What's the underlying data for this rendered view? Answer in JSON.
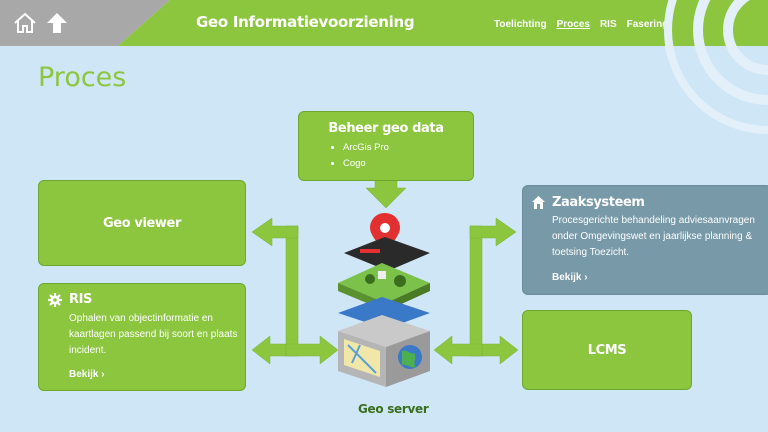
{
  "header": {
    "title": "Geo Informatievoorziening",
    "nav": [
      {
        "label": "Toelichting",
        "active": false
      },
      {
        "label": "Proces",
        "active": true
      },
      {
        "label": "RIS",
        "active": false
      },
      {
        "label": "Fasering",
        "active": false
      }
    ],
    "icons": {
      "home": "home-icon",
      "up": "arrow-up-icon"
    }
  },
  "page": {
    "title": "Proces"
  },
  "boxes": {
    "beheer": {
      "title": "Beheer geo data",
      "items": [
        "ArcGis Pro",
        "Cogo"
      ]
    },
    "geoviewer": {
      "title": "Geo viewer"
    },
    "ris": {
      "title": "RIS",
      "text": "Ophalen van objectinformatie en kaartlagen passend bij soort en plaats incident.",
      "link": "Bekijk ›",
      "icon": "gear-icon"
    },
    "zaak": {
      "title": "Zaaksysteem",
      "text": "Procesgerichte behandeling adviesaanvragen onder Omgevingswet en jaarlijkse planning & toetsing Toezicht.",
      "link": "Bekijk ›",
      "icon": "house-icon"
    },
    "lcms": {
      "title": "LCMS"
    }
  },
  "server": {
    "label": "Geo server"
  },
  "colors": {
    "green": "#8cc63f",
    "gray": "#7799a8",
    "background": "#cfe6f7",
    "header_gray": "#a8a8a8"
  }
}
